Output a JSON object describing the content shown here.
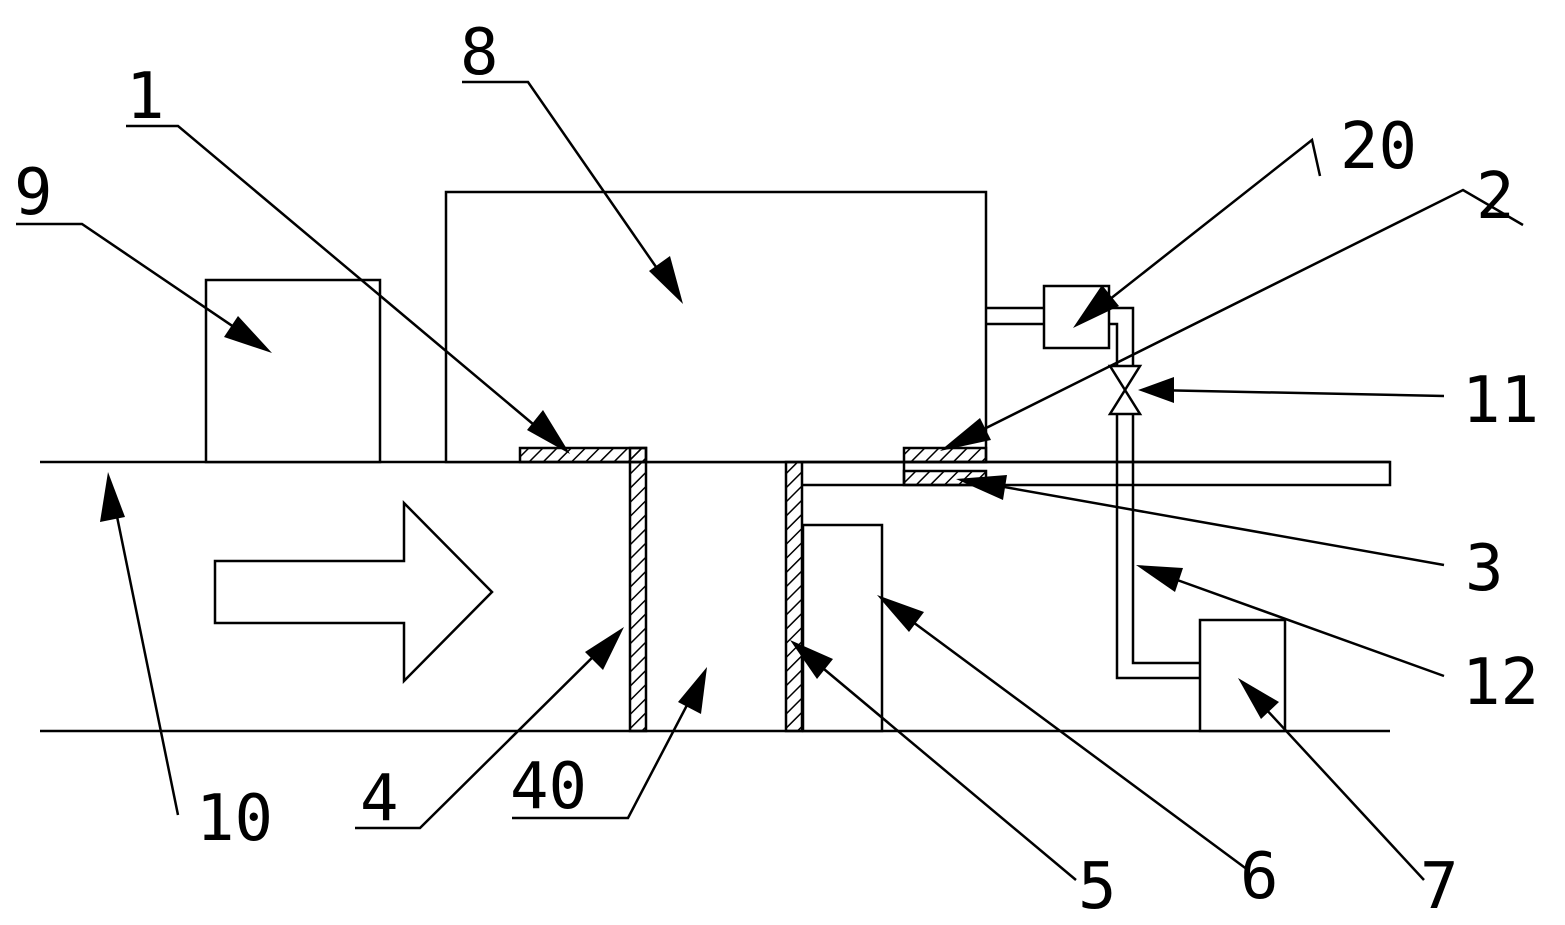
{
  "callouts": {
    "c1": "1",
    "c2": "2",
    "c3": "3",
    "c4": "4",
    "c5": "5",
    "c6": "6",
    "c7": "7",
    "c8": "8",
    "c9": "9",
    "c10": "10",
    "c11": "11",
    "c12": "12",
    "c20": "20",
    "c40": "40"
  },
  "colors": {
    "line": "#000000",
    "background": "#ffffff"
  }
}
